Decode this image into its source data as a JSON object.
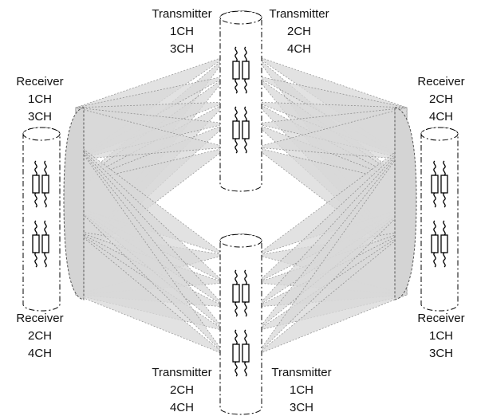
{
  "labels": {
    "tx_top_left": [
      "Transmitter",
      "1CH",
      "3CH"
    ],
    "tx_top_right": [
      "Transmitter",
      "2CH",
      "4CH"
    ],
    "rx_left_top": [
      "Receiver",
      "1CH",
      "3CH"
    ],
    "rx_right_top": [
      "Receiver",
      "2CH",
      "4CH"
    ],
    "rx_left_bottom": [
      "Receiver",
      "2CH",
      "4CH"
    ],
    "rx_right_bottom": [
      "Receiver",
      "1CH",
      "3CH"
    ],
    "tx_bottom_left": [
      "Transmitter",
      "2CH",
      "4CH"
    ],
    "tx_bottom_right": [
      "Transmitter",
      "1CH",
      "3CH"
    ]
  },
  "colors": {
    "beam_fill": "#d9d9d9",
    "outline": "#000000"
  }
}
